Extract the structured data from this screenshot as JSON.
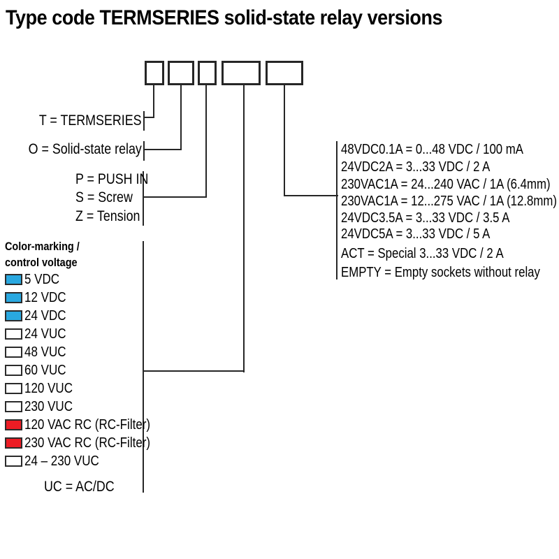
{
  "title": "Type code TERMSERIES solid-state relay versions",
  "colors": {
    "swatch_blue": "#29A8E0",
    "swatch_red": "#ED1C24",
    "swatch_white": "#FFFFFF",
    "line": "#262626"
  },
  "code_boxes": [
    {
      "name": "series"
    },
    {
      "name": "relay-type"
    },
    {
      "name": "connection"
    },
    {
      "name": "control-voltage"
    },
    {
      "name": "output"
    }
  ],
  "branches": {
    "series_label": "T = TERMSERIES",
    "relay_type_label": "O = Solid-state relay",
    "connection_labels": [
      "P = PUSH IN",
      "S = Screw",
      "Z = Tension"
    ]
  },
  "color_marking": {
    "header_line1": "Color-marking /",
    "header_line2": "control voltage",
    "items": [
      {
        "label": "5 VDC",
        "color": "blue"
      },
      {
        "label": "12 VDC",
        "color": "blue"
      },
      {
        "label": "24 VDC",
        "color": "blue"
      },
      {
        "label": "24 VUC",
        "color": "white"
      },
      {
        "label": "48 VUC",
        "color": "white"
      },
      {
        "label": "60 VUC",
        "color": "white"
      },
      {
        "label": "120 VUC",
        "color": "white"
      },
      {
        "label": "230 VUC",
        "color": "white"
      },
      {
        "label": "120 VAC RC (RC-Filter)",
        "color": "red"
      },
      {
        "label": "230 VAC RC (RC-Filter)",
        "color": "red"
      },
      {
        "label": "24 – 230 VUC",
        "color": "white"
      }
    ],
    "footnote": "UC = AC/DC"
  },
  "output_variants": {
    "items": [
      "48VDC0.1A = 0...48 VDC / 100 mA",
      "24VDC2A = 3...33 VDC / 2 A",
      "230VAC1A = 24...240 VAC / 1A (6.4mm)",
      "230VAC1A = 12...275 VAC / 1A (12.8mm)",
      "24VDC3.5A = 3...33 VDC / 3.5 A",
      "24VDC5A = 3...33 VDC / 5 A",
      "ACT = Special 3...33 VDC / 2 A",
      "EMPTY = Empty sockets without relay"
    ]
  }
}
